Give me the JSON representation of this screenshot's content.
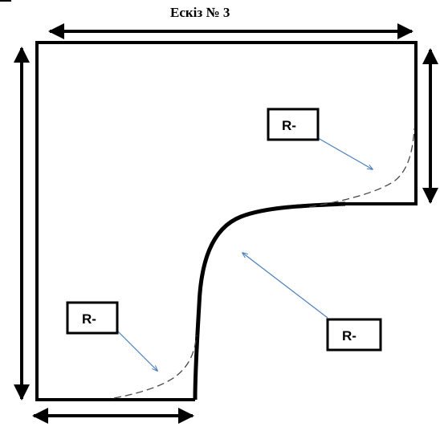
{
  "sketch": {
    "title": "Ескіз № 3",
    "radius_labels": [
      "R-",
      "R-",
      "R-"
    ]
  },
  "colors": {
    "outline": "#000000",
    "leader_arrow": "#4a7ebb",
    "dashed_guide": "#444444",
    "background": "#ffffff"
  }
}
